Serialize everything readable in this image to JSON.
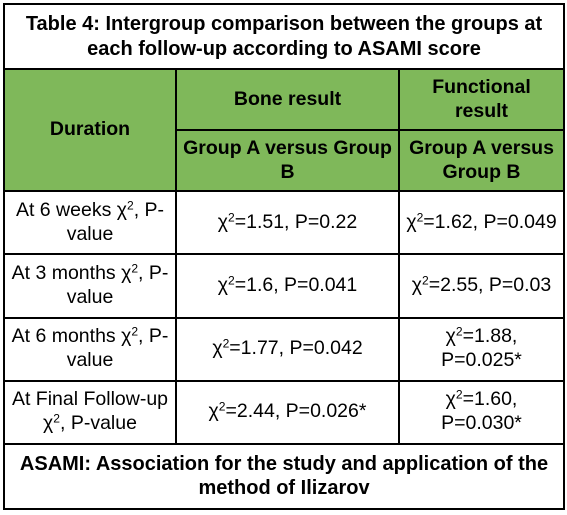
{
  "table": {
    "title": "Table 4: Intergroup comparison between the groups at each follow-up according to ASAMI score",
    "header": {
      "duration": "Duration",
      "bone_result": "Bone result",
      "functional_result": "Functional result",
      "bone_subheader": "Group A versus Group B",
      "functional_subheader": "Group A versus Group B"
    },
    "chi_symbol": "χ",
    "chi_exponent": "2",
    "rows": [
      {
        "duration_pre": "At 6 weeks χ",
        "duration_post": ", P-value",
        "bone_value": "=1.51, P=0.22",
        "functional_value": "=1.62, P=0.049"
      },
      {
        "duration_pre": "At 3 months χ",
        "duration_post": ", P-value",
        "bone_value": "=1.6, P=0.041",
        "functional_value": "=2.55, P=0.03"
      },
      {
        "duration_pre": "At 6 months χ",
        "duration_post": ", P-value",
        "bone_value": "=1.77, P=0.042",
        "functional_value": "=1.88, P=0.025*"
      },
      {
        "duration_pre": "At Final Follow-up χ",
        "duration_post": ", P-value",
        "bone_value": "=2.44, P=0.026*",
        "functional_value": "=1.60, P=0.030*"
      }
    ],
    "footnote": "ASAMI: Association for the study and application of the method of Ilizarov"
  },
  "colors": {
    "header_fill": "#7fb85a",
    "border": "#000000"
  }
}
